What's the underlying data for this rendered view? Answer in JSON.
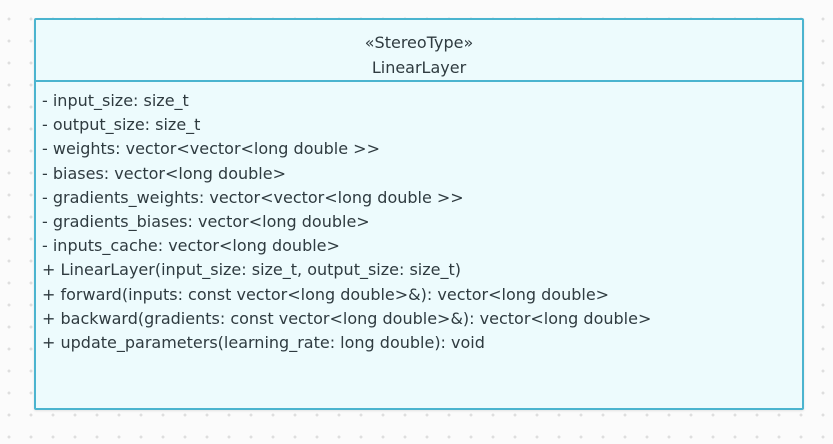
{
  "class": {
    "stereotype": "«StereoType»",
    "name": "LinearLayer",
    "members": [
      "- input_size: size_t",
      "- output_size: size_t",
      "- weights: vector<vector<long double >>",
      "- biases: vector<long double>",
      "- gradients_weights: vector<vector<long double >>",
      "- gradients_biases: vector<long double>",
      "- inputs_cache: vector<long double>",
      "+ LinearLayer(input_size: size_t, output_size: size_t)",
      "+ forward(inputs: const vector<long double>&): vector<long double>",
      "+ backward(gradients: const vector<long double>&): vector<long double>",
      "+ update_parameters(learning_rate: long double): void"
    ]
  },
  "colors": {
    "border": "#4bb4cf",
    "fill": "#edfbfd",
    "text": "#2f3b40",
    "background": "#fbfbfb"
  }
}
